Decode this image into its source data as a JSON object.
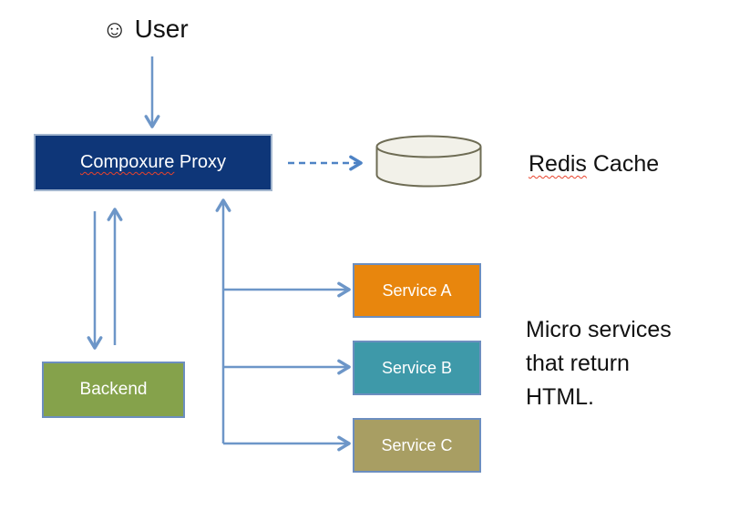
{
  "diagram": {
    "title_none_visible": "",
    "user": {
      "icon": "☺",
      "label": "User"
    },
    "proxy": {
      "label": "Compoxure Proxy",
      "label_word_misspelled": "Compoxure",
      "label_word_rest": "Proxy",
      "color": "#0E3678"
    },
    "cache": {
      "shape": "cylinder",
      "label": "Redis Cache",
      "label_word_misspelled": "Redis",
      "label_word_rest": "Cache",
      "fill": "#F2F1E9",
      "stroke": "#6E6C54"
    },
    "backend": {
      "label": "Backend",
      "color": "#85A24B"
    },
    "services": [
      {
        "label": "Service A",
        "color": "#E8860D"
      },
      {
        "label": "Service B",
        "color": "#3E99A9"
      },
      {
        "label": "Service C",
        "color": "#A89E63"
      }
    ],
    "note": {
      "text": "Micro services that return HTML."
    },
    "edges": [
      {
        "from": "user",
        "to": "proxy",
        "style": "solid-arrow"
      },
      {
        "from": "proxy",
        "to": "redis-cache",
        "style": "dashed-arrow"
      },
      {
        "from": "proxy",
        "to": "backend",
        "style": "solid-arrow"
      },
      {
        "from": "backend",
        "to": "proxy",
        "style": "solid-arrow"
      },
      {
        "from": "services",
        "to": "proxy",
        "style": "solid-arrow"
      },
      {
        "from": "trunk",
        "to": "service-a",
        "style": "solid-arrow"
      },
      {
        "from": "trunk",
        "to": "service-b",
        "style": "solid-arrow"
      },
      {
        "from": "trunk",
        "to": "service-c",
        "style": "solid-arrow"
      }
    ],
    "colors": {
      "arrow": "#6D96C8",
      "dashed_arrow": "#4E83C5",
      "box_border": "#6C8EBF",
      "proxy_border": "#A3B6CE",
      "misspell_underline": "#E8432C",
      "text": "#111111",
      "background": "#FFFFFF"
    }
  }
}
